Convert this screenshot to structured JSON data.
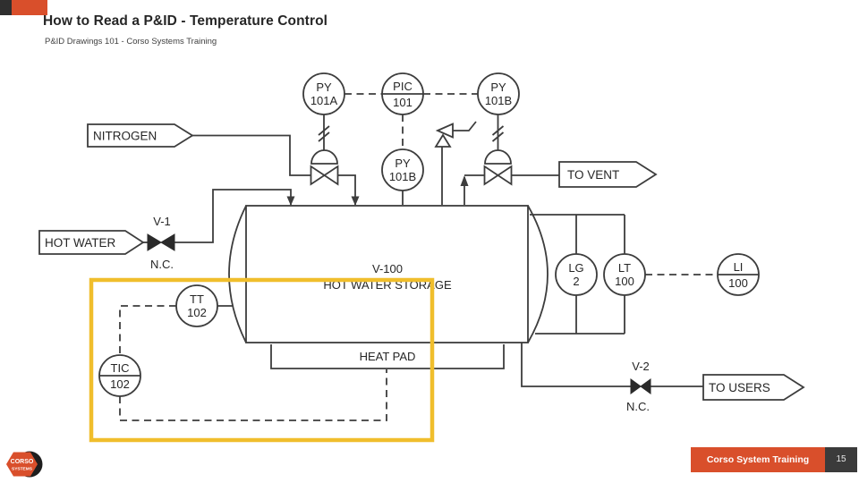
{
  "slide": {
    "title": "How to Read a P&ID - Temperature Control",
    "subtitle": "P&ID Drawings 101 - Corso Systems Training",
    "footer": {
      "banner": "Corso System Training",
      "page": "15"
    },
    "colors": {
      "accent": "#d94f2b",
      "highlight": "#f0be2c",
      "line": "#3d3d3d",
      "dark_box": "#3b3b3b"
    }
  },
  "logo": {
    "line1": "CORSO",
    "line2": "SYSTEMS"
  },
  "diagram": {
    "vessel": {
      "tag": "V-100",
      "name": "HOT WATER STORAGE"
    },
    "heat_pad": "HEAT PAD",
    "flags": {
      "nitrogen": "NITROGEN",
      "hot_water": "HOT WATER",
      "to_vent": "TO VENT",
      "to_users": "TO USERS"
    },
    "valves": {
      "v1": {
        "tag": "V-1",
        "state": "N.C."
      },
      "v2": {
        "tag": "V-2",
        "state": "N.C."
      }
    },
    "instruments": {
      "py101a": {
        "line1": "PY",
        "line2": "101A"
      },
      "pic101": {
        "line1": "PIC",
        "line2": "101"
      },
      "py101b_top": {
        "line1": "PY",
        "line2": "101B"
      },
      "py101b_mid": {
        "line1": "PY",
        "line2": "101B"
      },
      "tt102": {
        "line1": "TT",
        "line2": "102"
      },
      "tic102": {
        "line1": "TIC",
        "line2": "102"
      },
      "lg2": {
        "line1": "LG",
        "line2": "2"
      },
      "lt100": {
        "line1": "LT",
        "line2": "100"
      },
      "li100": {
        "line1": "LI",
        "line2": "100"
      }
    }
  }
}
